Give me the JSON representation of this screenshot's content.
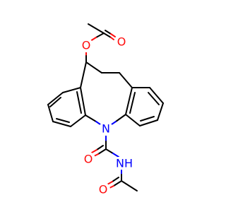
{
  "molecule": {
    "atoms": [
      {
        "id": "o_carbonyl_ester",
        "label": "O",
        "element": "O"
      },
      {
        "id": "o_ester",
        "label": "O",
        "element": "O"
      },
      {
        "id": "n_ring",
        "label": "N",
        "element": "N"
      },
      {
        "id": "o_urea",
        "label": "O",
        "element": "O"
      },
      {
        "id": "nh_amide",
        "label": "NH",
        "element": "N"
      },
      {
        "id": "o_acetyl",
        "label": "O",
        "element": "O"
      }
    ]
  },
  "colors": {
    "bond": "#000000",
    "oxygen": "#ff0d0d",
    "nitrogen": "#0000ff",
    "background": "#ffffff"
  }
}
